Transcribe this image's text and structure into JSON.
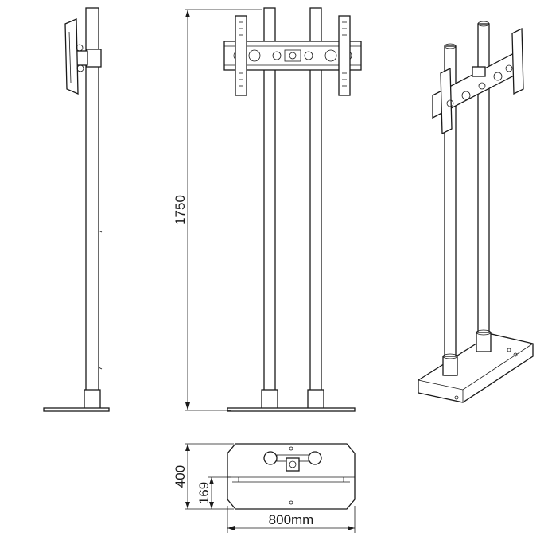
{
  "dimensions": {
    "height": "1750",
    "base_depth": "400",
    "column_offset": "169",
    "base_width": "800mm"
  }
}
